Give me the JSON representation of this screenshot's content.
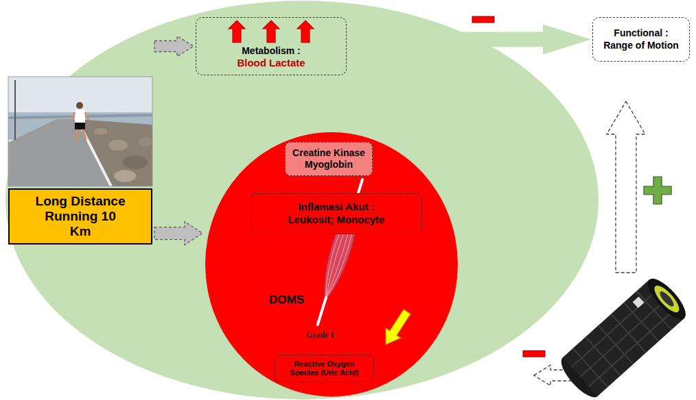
{
  "diagram": {
    "nodes": [
      {
        "text": [
          "Long Distance Running 10 Km"
        ]
      },
      {
        "text": [
          "Metabolism :",
          "Blood Lactate"
        ]
      },
      {
        "text": [
          "DOMS",
          "Grade I"
        ]
      },
      {
        "text": [
          "Creatine Kinase Myoglobin"
        ],
        "in": 2
      },
      {
        "text": [
          "Inflamasi Akut :",
          "Leukosit; Monocyte"
        ],
        "in": 2
      },
      {
        "text": [
          "Reactive Oxygen Species (Uric Acid)"
        ],
        "in": 2
      },
      {
        "text": [
          "Functional :",
          "Range of Motion"
        ]
      }
    ],
    "edges": [
      {
        "from": 0,
        "to": 1,
        "arrow": "to"
      },
      {
        "from": 0,
        "to": 2,
        "arrow": "to"
      },
      {
        "from": 1,
        "to": 6,
        "arrow": "to"
      }
    ]
  }
}
